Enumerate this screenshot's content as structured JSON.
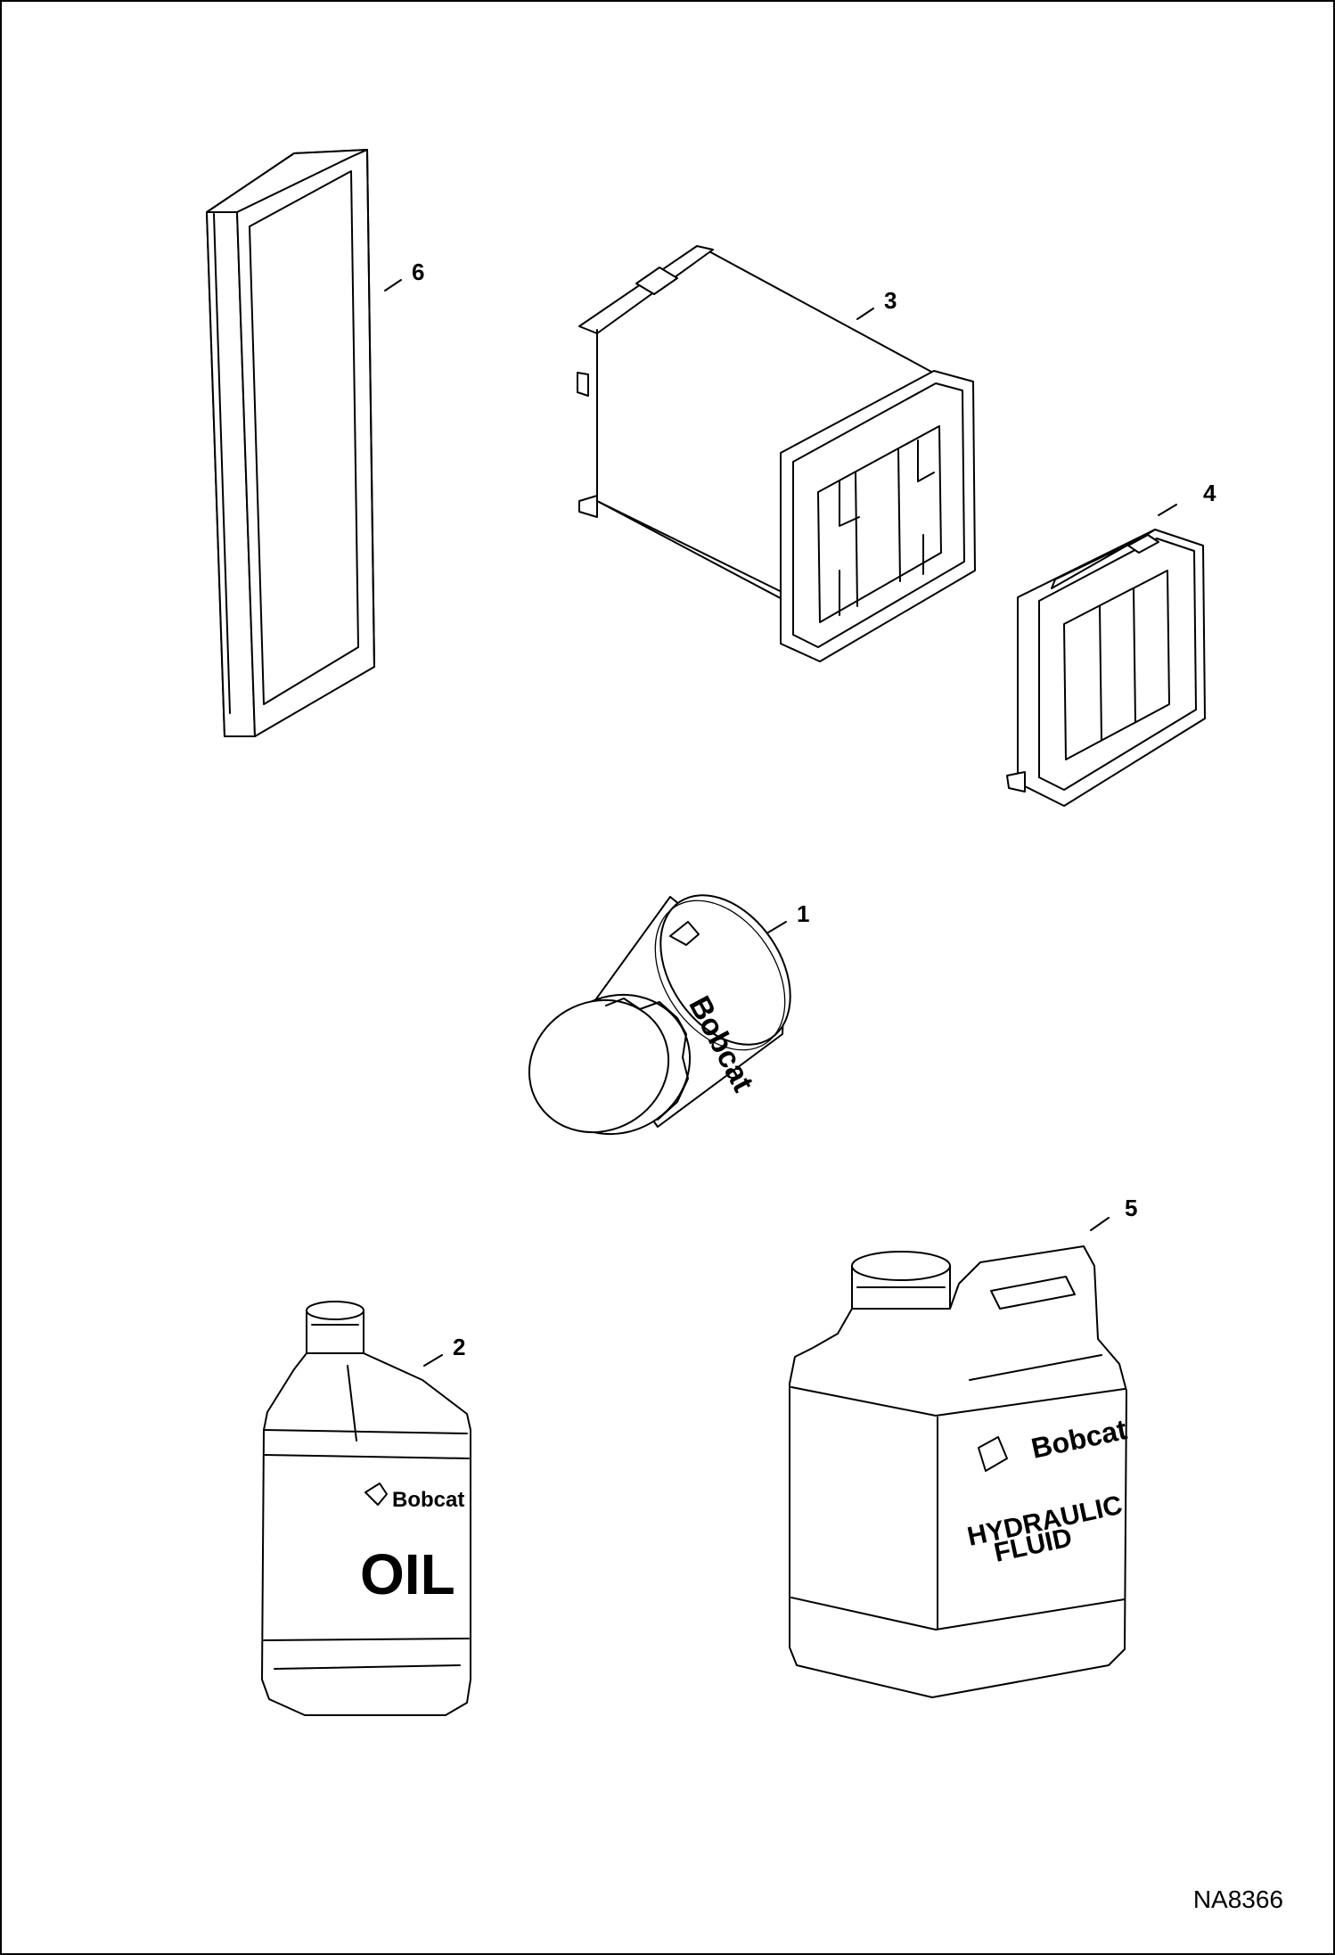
{
  "drawing_code": "NA8366",
  "parts": [
    {
      "callout": "1",
      "brand_text": "Bobcat"
    },
    {
      "callout": "2",
      "brand_text": "Bobcat",
      "label_text": "OIL"
    },
    {
      "callout": "3"
    },
    {
      "callout": "4"
    },
    {
      "callout": "5",
      "brand_text": "Bobcat",
      "label_line1": "HYDRAULIC",
      "label_line2": "FLUID"
    },
    {
      "callout": "6"
    }
  ]
}
